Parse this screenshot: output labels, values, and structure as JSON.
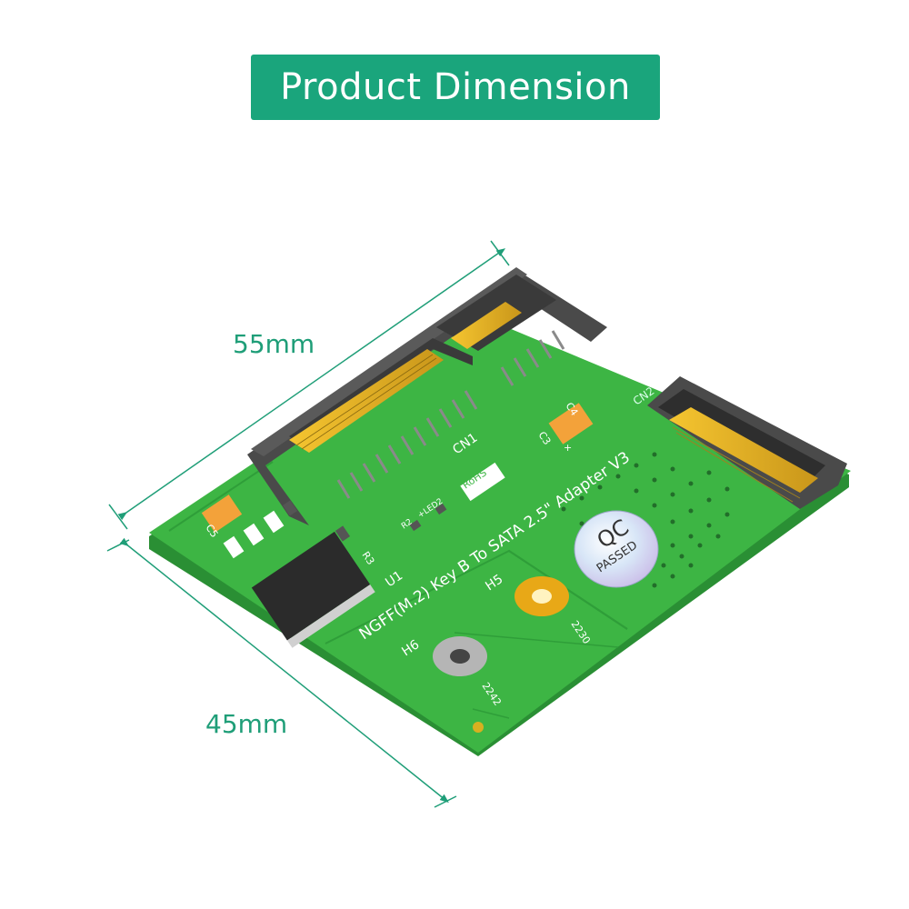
{
  "title": "Product Dimension",
  "dimensions": {
    "length": "55mm",
    "width": "45mm"
  },
  "board": {
    "product_label": "NGFF(M.2) Key B To SATA 2.5\" Adapter V3",
    "cn1": "CN1",
    "cn2": "CN2",
    "u1": "U1",
    "h5": "H5",
    "h6": "H6",
    "r2": "R2",
    "led2": "+LED2",
    "r3": "R3",
    "c4": "C4",
    "c5": "C5",
    "c3": "C3",
    "rohs": "RoHS",
    "size_2230": "2230",
    "size_2242": "2242",
    "qc_top": "QC",
    "qc_bottom": "PASSED",
    "plus": "+"
  },
  "colors": {
    "accent": "#1aa57c",
    "dimension": "#1f9e78",
    "pcb": "#3db544",
    "pcb_edge": "#2a8f34",
    "connector": "#4a4a4a",
    "gold": "#e0b020"
  }
}
